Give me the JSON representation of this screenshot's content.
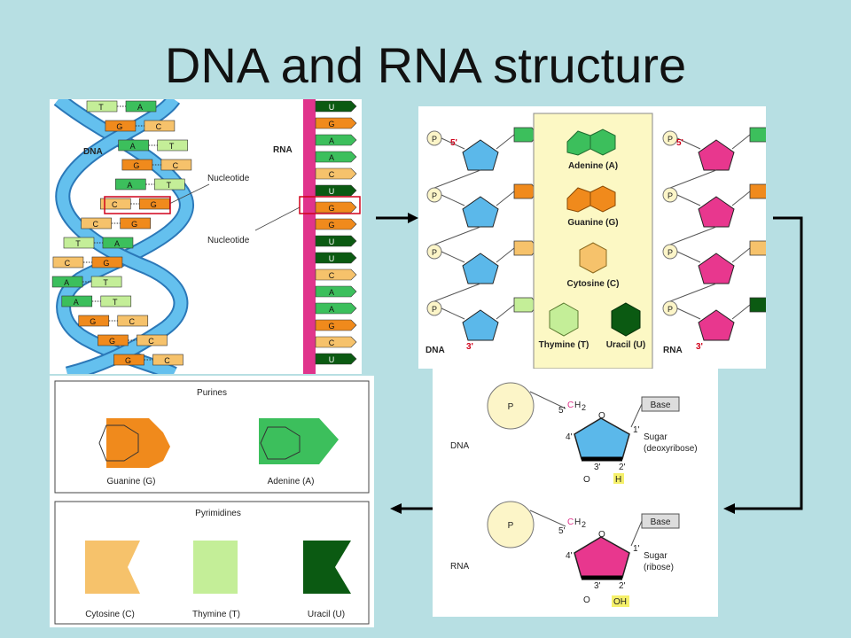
{
  "title": "DNA and RNA structure",
  "helix": {
    "dna_label": "DNA",
    "rna_label": "RNA",
    "nucleotide_label_1": "Nucleotide",
    "nucleotide_label_2": "Nucleotide",
    "dna_pairs": [
      [
        "T",
        "A"
      ],
      [
        "G",
        "C"
      ],
      [
        "A",
        "T"
      ],
      [
        "G",
        "C"
      ],
      [
        "A",
        "T"
      ],
      [
        "C",
        "G"
      ],
      [
        "C",
        "G"
      ],
      [
        "T",
        "A"
      ],
      [
        "C",
        "G"
      ],
      [
        "A",
        "T"
      ],
      [
        "A",
        "T"
      ],
      [
        "G",
        "C"
      ],
      [
        "G",
        "C"
      ],
      [
        "G",
        "C"
      ]
    ],
    "rna_bases": [
      "U",
      "G",
      "A",
      "A",
      "C",
      "U",
      "G",
      "G",
      "U",
      "U",
      "C",
      "A",
      "A",
      "G",
      "C",
      "U"
    ]
  },
  "nucleotide_panel": {
    "dna_label": "DNA",
    "rna_label": "RNA",
    "p_label": "P",
    "five_prime": "5'",
    "three_prime": "3'",
    "bases": {
      "adenine": "Adenine (A)",
      "guanine": "Guanine (G)",
      "cytosine": "Cytosine (C)",
      "thymine": "Thymine (T)",
      "uracil": "Uracil (U)"
    }
  },
  "sugar_panel": {
    "dna_label": "DNA",
    "rna_label": "RNA",
    "p_label": "P",
    "base_label": "Base",
    "dna_sugar_label_1": "Sugar",
    "dna_sugar_label_2": "(deoxyribose)",
    "rna_sugar_label_1": "Sugar",
    "rna_sugar_label_2": "(ribose)",
    "ch2": "CH",
    "ch2_sub": "2",
    "oxygen": "O",
    "carbon": "C",
    "hydrogen": "H",
    "oh": "OH",
    "c5": "5'",
    "c4": "4'",
    "c3": "3'",
    "c2": "2'",
    "c1": "1'"
  },
  "structures": {
    "purines_title": "Purines",
    "pyrimidines_title": "Pyrimidines",
    "guanine": "Guanine (G)",
    "adenine": "Adenine (A)",
    "cytosine": "Cytosine (C)",
    "thymine": "Thymine (T)",
    "uracil": "Uracil (U)"
  },
  "colors": {
    "background": "#b7dfe3",
    "adenine": "#3cbf5c",
    "guanine": "#f08a1c",
    "cytosine": "#f6c26b",
    "thymine": "#c4ee98",
    "uracil": "#0b5a12",
    "deoxyribose": "#5bb8ea",
    "ribose": "#e8378e",
    "backbone_pink": "#e0348c"
  }
}
